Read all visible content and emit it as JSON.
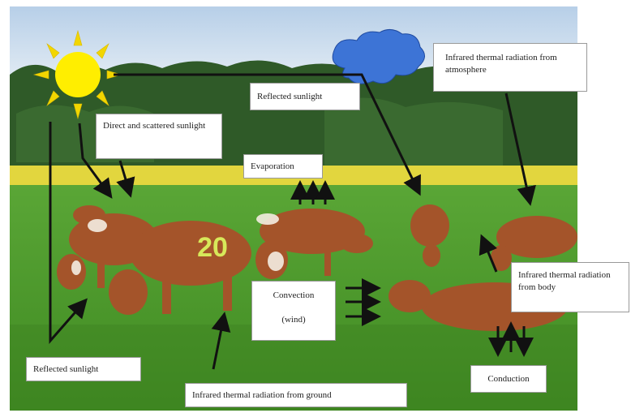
{
  "labels": {
    "reflected_top": "Reflected sunlight",
    "direct_scattered": "Direct and scattered sunlight",
    "ir_atmosphere": "Infrared thermal radiation from atmosphere",
    "evaporation": "Evaporation",
    "convection": "Convection",
    "wind": "(wind)",
    "ir_body": "Infrared thermal radiation from body",
    "reflected_bottom": "Reflected sunlight",
    "ir_ground": "Infrared thermal radiation from ground",
    "conduction": "Conduction"
  },
  "cow_number": "20",
  "colors": {
    "sky": "#c9dcef",
    "cloud": "#3d74d6",
    "sun": "#ffee00",
    "sun_rays": "#f2d600",
    "trees": "#2f5a28",
    "rapeseed": "#e8d840",
    "grass": "#4f9a2c",
    "cow": "#a4542a",
    "arrow": "#111111"
  }
}
